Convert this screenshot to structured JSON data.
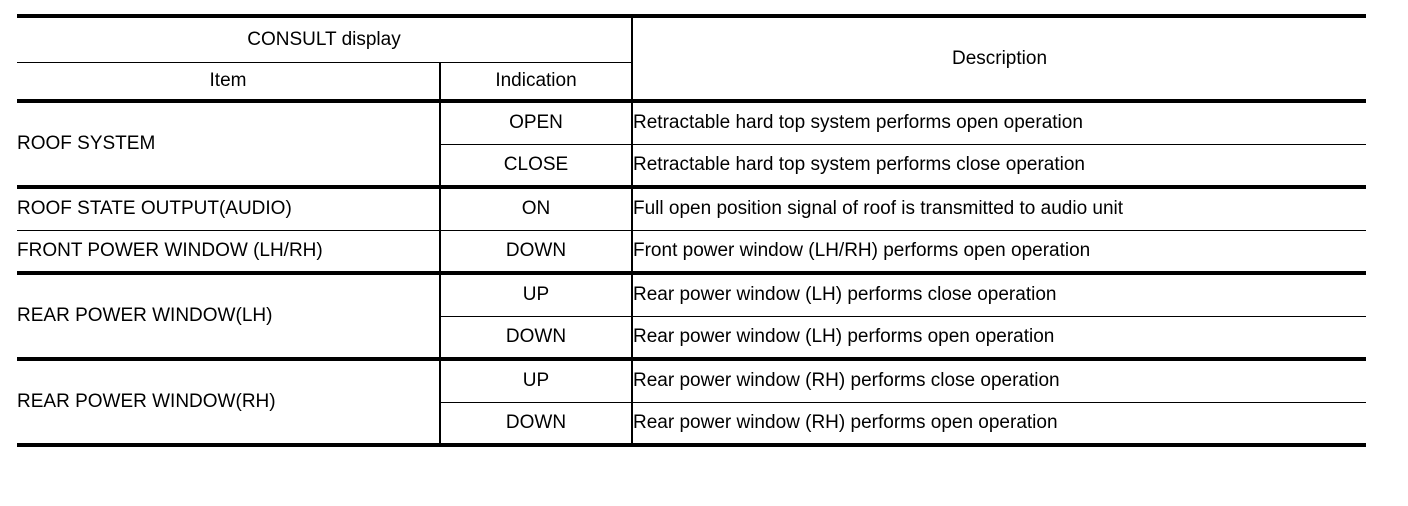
{
  "table": {
    "header": {
      "group_label": "CONSULT display",
      "item_label": "Item",
      "indication_label": "Indication",
      "description_label": "Description"
    },
    "rows": [
      {
        "item": "ROOF SYSTEM",
        "item_rowspan": 2,
        "indication": "OPEN",
        "description": "Retractable hard top system performs open operation",
        "group_start": true
      },
      {
        "item": "",
        "item_rowspan": 0,
        "indication": "CLOSE",
        "description": "Retractable hard top system performs close operation",
        "group_start": false
      },
      {
        "item": "ROOF STATE OUTPUT(AUDIO)",
        "item_rowspan": 1,
        "indication": "ON",
        "description": "Full open position signal of roof is transmitted to audio unit",
        "group_start": true
      },
      {
        "item": "FRONT POWER WINDOW (LH/RH)",
        "item_rowspan": 1,
        "indication": "DOWN",
        "description": "Front power window (LH/RH) performs open operation",
        "group_start": true
      },
      {
        "item": "REAR POWER WINDOW(LH)",
        "item_rowspan": 2,
        "indication": "UP",
        "description": "Rear power window (LH) performs close operation",
        "group_start": true
      },
      {
        "item": "",
        "item_rowspan": 0,
        "indication": "DOWN",
        "description": "Rear power window (LH) performs open operation",
        "group_start": false
      },
      {
        "item": "REAR POWER WINDOW(RH)",
        "item_rowspan": 2,
        "indication": "UP",
        "description": "Rear power window (RH) performs close operation",
        "group_start": true
      },
      {
        "item": "",
        "item_rowspan": 0,
        "indication": "DOWN",
        "description": "Rear power window (RH) performs open operation",
        "group_start": false
      }
    ]
  },
  "colors": {
    "rule": "#000000",
    "text": "#000000",
    "background": "#ffffff"
  }
}
